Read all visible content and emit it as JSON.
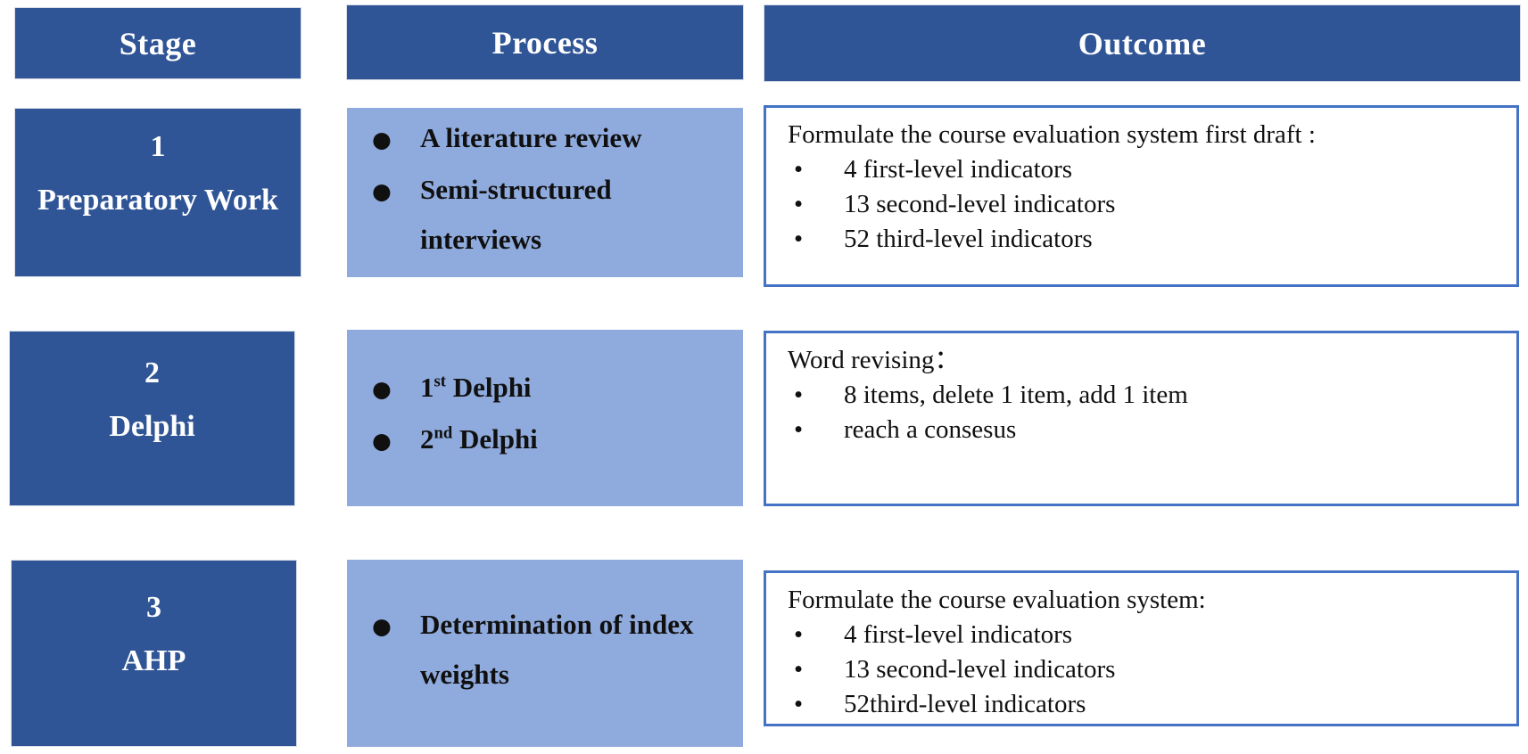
{
  "headers": {
    "stage": "Stage",
    "process": "Process",
    "outcome": "Outcome"
  },
  "rows": [
    {
      "stage_number": "1",
      "stage_label": "Preparatory Work",
      "process_items": [
        {
          "pre": "A literature review",
          "sup": "",
          "post": ""
        },
        {
          "pre": "Semi-structured interviews",
          "sup": "",
          "post": ""
        }
      ],
      "outcome_title": "Formulate the course evaluation system first draft :",
      "outcome_items": [
        "4 first-level indicators",
        "13 second-level indicators",
        "52 third-level indicators"
      ]
    },
    {
      "stage_number": "2",
      "stage_label": "Delphi",
      "process_items": [
        {
          "pre": "1",
          "sup": "st",
          "post": " Delphi"
        },
        {
          "pre": "2",
          "sup": "nd",
          "post": " Delphi"
        }
      ],
      "outcome_title": "Word revising：",
      "outcome_items": [
        "8 items, delete 1 item, add 1 item",
        "reach a consesus"
      ]
    },
    {
      "stage_number": "3",
      "stage_label": "AHP",
      "process_items": [
        {
          "pre": "Determination of index weights",
          "sup": "",
          "post": ""
        }
      ],
      "outcome_title": "Formulate the course evaluation system:",
      "outcome_items": [
        "4 first-level indicators",
        "13 second-level indicators",
        "52third-level indicators"
      ]
    }
  ],
  "glyphs": {
    "process_bullet": "●",
    "outcome_bullet": "•"
  },
  "colors": {
    "dark_blue": "#2F5597",
    "light_blue": "#8FAADC",
    "outcome_border": "#4472C4"
  }
}
